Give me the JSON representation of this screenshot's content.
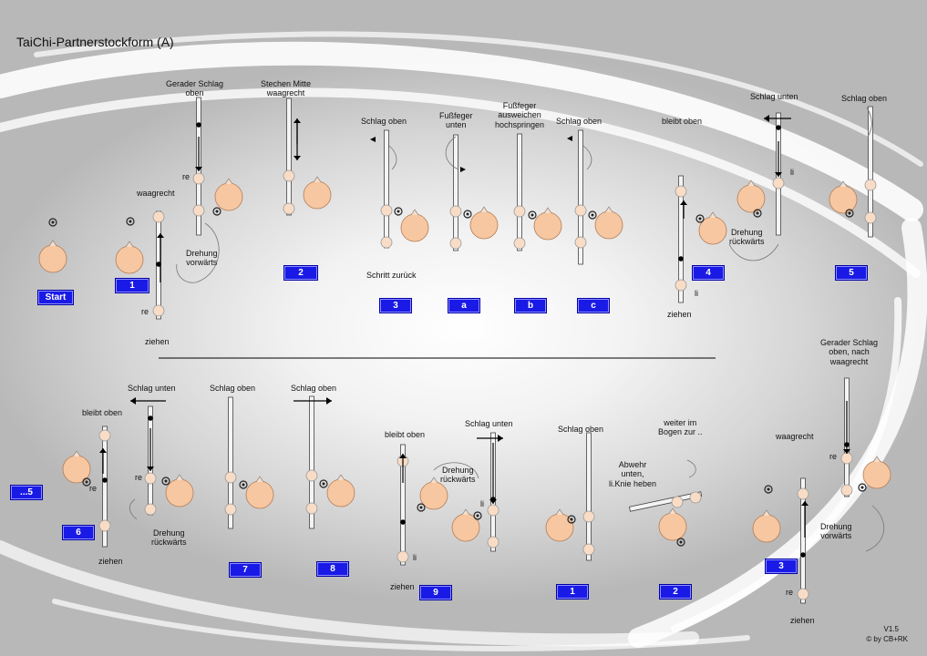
{
  "title": "TaiChi-Partnerstockform (A)",
  "labels": {
    "gerader_schlag_oben": "Gerader Schlag\noben",
    "stechen_mitte": "Stechen Mitte\nwaagrecht",
    "waagrecht_1": "waagrecht",
    "re_1a": "re",
    "re_1b": "re",
    "drehung_vorwaerts_1": "Drehung\nvorwärts",
    "ziehen_1": "ziehen",
    "schlag_oben_3": "Schlag oben",
    "schritt_zurueck": "Schritt zurück",
    "fussfeger_unten": "Fußfeger\nunten",
    "fussfeger_ausweichen": "Fußfeger\nausweichen\nhochspringen",
    "schlag_oben_c": "Schlag oben",
    "bleibt_oben_4": "bleibt oben",
    "li_4": "li",
    "ziehen_4": "ziehen",
    "schlag_unten_5": "Schlag unten",
    "li_5": "li",
    "drehung_rueckwaerts_5": "Drehung\nrückwärts",
    "schlag_oben_5": "Schlag oben",
    "bleibt_oben_6": "bleibt oben",
    "re_6": "re",
    "ziehen_6": "ziehen",
    "schlag_unten_6": "Schlag unten",
    "re_6b": "re",
    "drehung_rueckwaerts_6": "Drehung\nrückwärts",
    "schlag_oben_7": "Schlag oben",
    "schlag_oben_8": "Schlag oben",
    "bleibt_oben_9": "bleibt oben",
    "li_9": "li",
    "ziehen_9": "ziehen",
    "drehung_rueckwaerts_9": "Drehung\nrückwärts",
    "schlag_unten_9": "Schlag unten",
    "li_9b": "li",
    "schlag_oben_b1": "Schlag oben",
    "weiter_im_bogen": "weiter im\nBogen zur ..",
    "abwehr_unten": "Abwehr\nunten,\nli.Knie heben",
    "gerader_schlag_nach": "Gerader Schlag\noben, nach\nwaagrecht",
    "waagrecht_b3": "waagrecht",
    "re_b3a": "re",
    "drehung_vorwaerts_b3": "Drehung\nvorwärts",
    "re_b3b": "re",
    "ziehen_b3": "ziehen"
  },
  "badges": {
    "start": "Start",
    "n1": "1",
    "n2": "2",
    "n3": "3",
    "a": "a",
    "b": "b",
    "c": "c",
    "n4": "4",
    "n5": "5",
    "cont5": "...5",
    "n6": "6",
    "n7": "7",
    "n8": "8",
    "n9": "9",
    "b1": "1",
    "b2": "2",
    "b3": "3"
  },
  "version": "V1.5",
  "credit": "© by CB+RK",
  "colors": {
    "badge": "#1a1ae6",
    "head": "#f6c7a0",
    "hand": "#f8dcc6",
    "stick": "#f4f4f4"
  }
}
